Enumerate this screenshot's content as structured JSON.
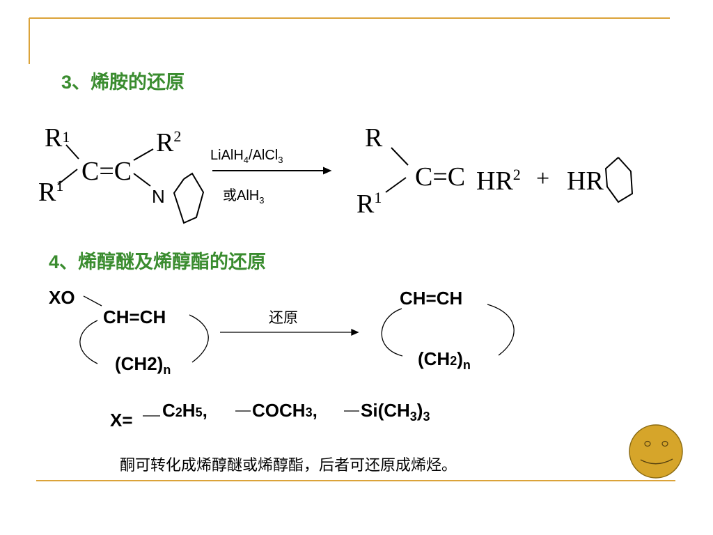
{
  "section3": {
    "number": "3",
    "sep": "、",
    "title": "烯胺的还原"
  },
  "section4": {
    "number": "4",
    "sep": "、",
    "title": "烯醇醚及烯醇酯的还原"
  },
  "reaction1": {
    "reactant": {
      "r1_top": "R",
      "r1_top_sup": "1",
      "r2": "R",
      "r2_sup": "2",
      "r1_bottom": "R",
      "r1_bottom_sup": "1",
      "core": "C=C",
      "n": "N"
    },
    "reagent_top": {
      "main": "LiAlH",
      "sub1": "4",
      "mid": "/AlCl",
      "sub2": "3"
    },
    "reagent_bottom": {
      "prefix": "或AlH",
      "sub": "3"
    },
    "product": {
      "r_top": "R",
      "r1_bottom": "R",
      "r1_sup": "1",
      "core": "C=C",
      "hr2": "HR",
      "hr2_sup": "2",
      "plus": "+",
      "hr": "HR"
    }
  },
  "reaction2": {
    "xo": "XO",
    "reactant_alkene": "CH=CH",
    "reactant_chain": "(CH2)",
    "reactant_sub": "n",
    "reagent": "还原",
    "product_alkene": "CH=CH",
    "product_chain_a": "(CH",
    "product_chain_2": "2",
    "product_chain_b": ")",
    "product_sub": "n"
  },
  "x_definition": {
    "label": "X=",
    "item1": {
      "a": "C",
      "s1": "2",
      "b": "H",
      "s2": "5",
      "c": ","
    },
    "item2": {
      "a": "COCH",
      "s1": "3",
      "c": ","
    },
    "item3": {
      "a": "Si(CH",
      "s1": "3",
      "b": ")",
      "s2": "3"
    }
  },
  "footnote": "酮可转化成烯醇醚或烯醇酯，后者可还原成烯烃。",
  "colors": {
    "accent_line": "#dba339",
    "title_green": "#3a8c2f",
    "smiley_fill": "#d6a52a"
  }
}
